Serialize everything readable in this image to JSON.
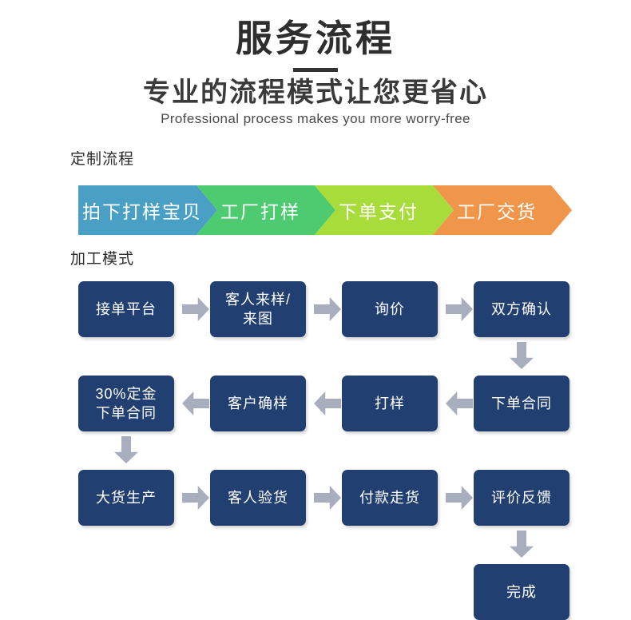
{
  "header": {
    "main_title": "服务流程",
    "sub_title_cn": "专业的流程模式让您更省心",
    "sub_title_en": "Professional process makes you more worry-free"
  },
  "sections": {
    "custom_flow_label": "定制流程",
    "process_mode_label": "加工模式"
  },
  "colors": {
    "box_navy": "#214071",
    "arrow_gray": "#a8aebd",
    "chevron_1": "#4a9fc4",
    "chevron_2": "#4ecb71",
    "chevron_3": "#a8dc3a",
    "chevron_4": "#f0964b",
    "title_text": "#2e2e2e"
  },
  "chevron_steps": [
    {
      "label": "拍下打样宝贝",
      "color": "#4a9fc4"
    },
    {
      "label": "工厂打样",
      "color": "#4ecb71"
    },
    {
      "label": "下单支付",
      "color": "#a8dc3a"
    },
    {
      "label": "工厂交货",
      "color": "#f0964b"
    }
  ],
  "process_rows": [
    {
      "direction": "right",
      "boxes": [
        "接单平台",
        "客人来样/\n来图",
        "询价",
        "双方确认"
      ]
    },
    {
      "direction": "left",
      "boxes": [
        "30%定金\n下单合同",
        "客户确样",
        "打样",
        "下单合同"
      ]
    },
    {
      "direction": "right",
      "boxes": [
        "大货生产",
        "客人验货",
        "付款走货",
        "评价反馈"
      ]
    }
  ],
  "process_boxes": {
    "r1c1": "接单平台",
    "r1c2_line1": "客人来样/",
    "r1c2_line2": "来图",
    "r1c3": "询价",
    "r1c4": "双方确认",
    "r2c1_line1": "30%定金",
    "r2c1_line2": "下单合同",
    "r2c2": "客户确样",
    "r2c3": "打样",
    "r2c4": "下单合同",
    "r3c1": "大货生产",
    "r3c2": "客人验货",
    "r3c3": "付款走货",
    "r3c4": "评价反馈",
    "r4c4": "完成"
  }
}
